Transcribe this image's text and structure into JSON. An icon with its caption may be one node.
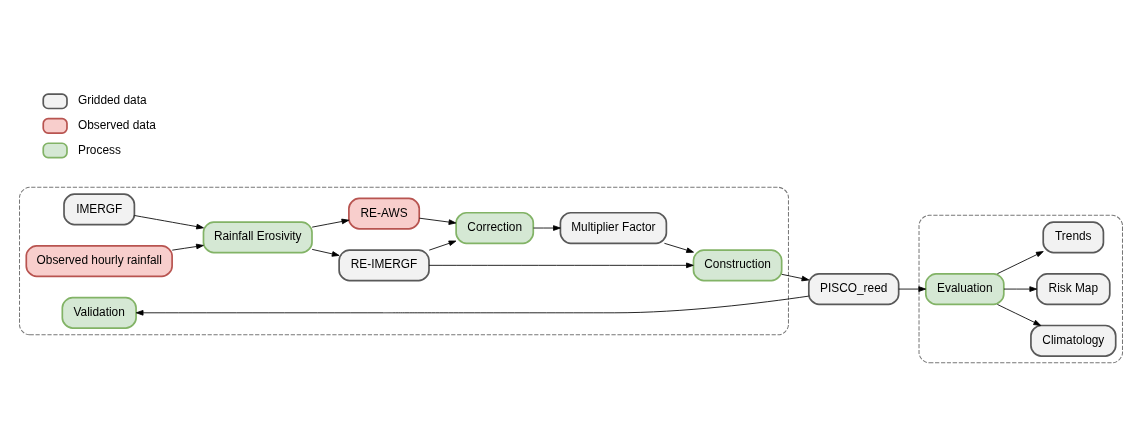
{
  "diagram": {
    "nodes": [
      {
        "text": [],
        "shape": "box"
      },
      {
        "text": [
          "IMERGF"
        ],
        "in": 0
      },
      {
        "text": [
          "RE-IMERGF"
        ],
        "in": 0
      },
      {
        "text": [
          "Construction"
        ],
        "in": 0
      },
      {
        "text": [
          "Multiplier Factor"
        ],
        "in": 0
      },
      {
        "text": [
          "Rainfall Erosivity"
        ],
        "in": 0
      },
      {
        "text": [
          "Correction"
        ],
        "in": 0
      },
      {
        "text": [
          "Observed hourly rainfall"
        ],
        "in": 0
      },
      {
        "text": [
          "RE-AWS"
        ],
        "in": 0
      },
      {
        "text": [
          "Validation"
        ],
        "in": 0
      },
      {
        "text": [
          "PISCO_reed"
        ]
      },
      {
        "text": [],
        "shape": "box"
      },
      {
        "text": [
          "Evaluation"
        ],
        "in": 11
      },
      {
        "text": [
          "Climatology"
        ],
        "in": 11
      },
      {
        "text": [
          "Risk Map"
        ],
        "in": 11
      },
      {
        "text": [
          "Trends"
        ],
        "in": 11
      }
    ],
    "edges": [
      {
        "from": 1,
        "to": 5,
        "arrow": "to"
      },
      {
        "from": 7,
        "to": 5,
        "arrow": "to"
      },
      {
        "from": 5,
        "to": 2,
        "arrow": "to"
      },
      {
        "from": 5,
        "to": 8,
        "arrow": "to"
      },
      {
        "from": 2,
        "to": 3,
        "arrow": "to"
      },
      {
        "from": 2,
        "to": 6,
        "arrow": "to"
      },
      {
        "from": 8,
        "to": 6,
        "arrow": "to"
      },
      {
        "from": 6,
        "to": 4,
        "arrow": "to"
      },
      {
        "from": 4,
        "to": 3,
        "arrow": "to"
      },
      {
        "from": 3,
        "to": 10,
        "arrow": "to"
      },
      {
        "from": 10,
        "to": 12,
        "arrow": "to"
      },
      {
        "from": 10,
        "to": 9,
        "arrow": "to"
      },
      {
        "from": 12,
        "to": 13,
        "arrow": "to"
      },
      {
        "from": 12,
        "to": 14,
        "arrow": "to"
      },
      {
        "from": 12,
        "to": 15,
        "arrow": "to"
      }
    ],
    "legend": [
      {
        "text": "Gridded data",
        "color": "#f2f2f2"
      },
      {
        "text": "Observed data",
        "color": "#f8cecc"
      },
      {
        "text": "Process",
        "color": "#d5e8d4"
      }
    ]
  }
}
